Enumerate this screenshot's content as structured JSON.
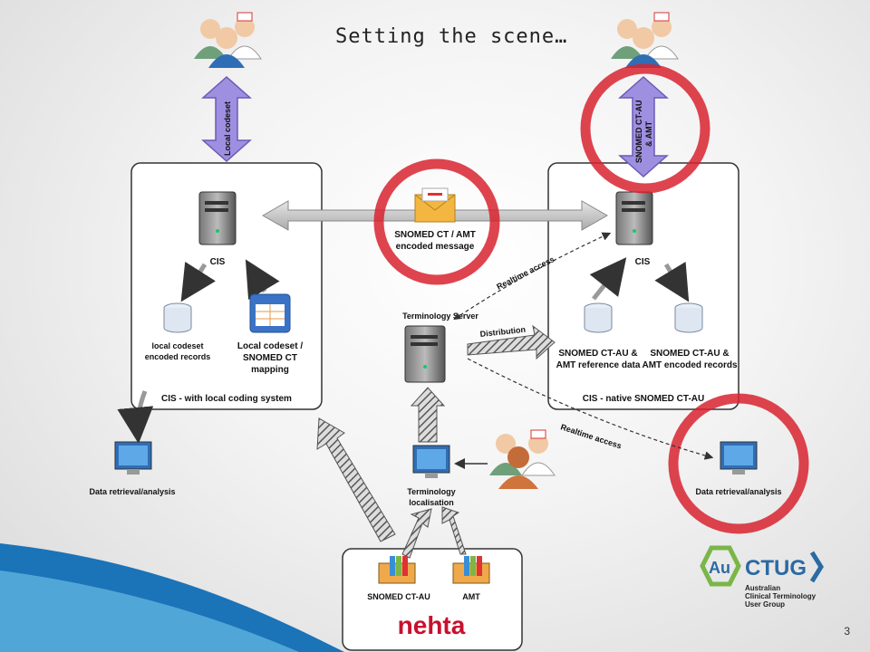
{
  "slide": {
    "title": "Setting the scene…",
    "page_number": "3"
  },
  "labels": {
    "local_codeset_arrow": "Local codeset",
    "snomed_amt_arrow_line1": "SNOMED CT-AU",
    "snomed_amt_arrow_line2": "& AMT",
    "cis_left": "CIS",
    "cis_right": "CIS",
    "message_line1": "SNOMED CT / AMT",
    "message_line2": "encoded message",
    "left_db_line1": "local codeset",
    "left_db_line2": "encoded records",
    "mapping_line1": "Local codeset /",
    "mapping_line2": "SNOMED CT",
    "mapping_line3": "mapping",
    "left_panel_caption": "CIS - with local coding system",
    "right_panel_caption": "CIS - native SNOMED CT-AU",
    "ref_db_line1": "SNOMED CT-AU &",
    "ref_db_line2": "AMT reference data",
    "enc_db_line1": "SNOMED CT-AU &",
    "enc_db_line2": "AMT encoded records",
    "terminology_server": "Terminology Server",
    "distribution": "Distribution",
    "realtime_access_top": "Realtime access",
    "realtime_access_bottom": "Realtime access",
    "data_retrieval_left": "Data retrieval/analysis",
    "data_retrieval_right": "Data retrieval/analysis",
    "terminology_localisation_line1": "Terminology",
    "terminology_localisation_line2": "localisation",
    "source_snomed": "SNOMED CT-AU",
    "source_amt": "AMT",
    "nehta": "nehta"
  },
  "logo": {
    "au": "Au",
    "ctug": "CTUG",
    "line1": "Australian",
    "line2": "Clinical Terminology",
    "line3": "User Group"
  },
  "colors": {
    "highlight_circle": "#d8232f",
    "purple_arrow": "#9f8fe0",
    "logo_green": "#7ab648",
    "logo_blue": "#2b6aa3",
    "nehta_red": "#c8102e"
  }
}
